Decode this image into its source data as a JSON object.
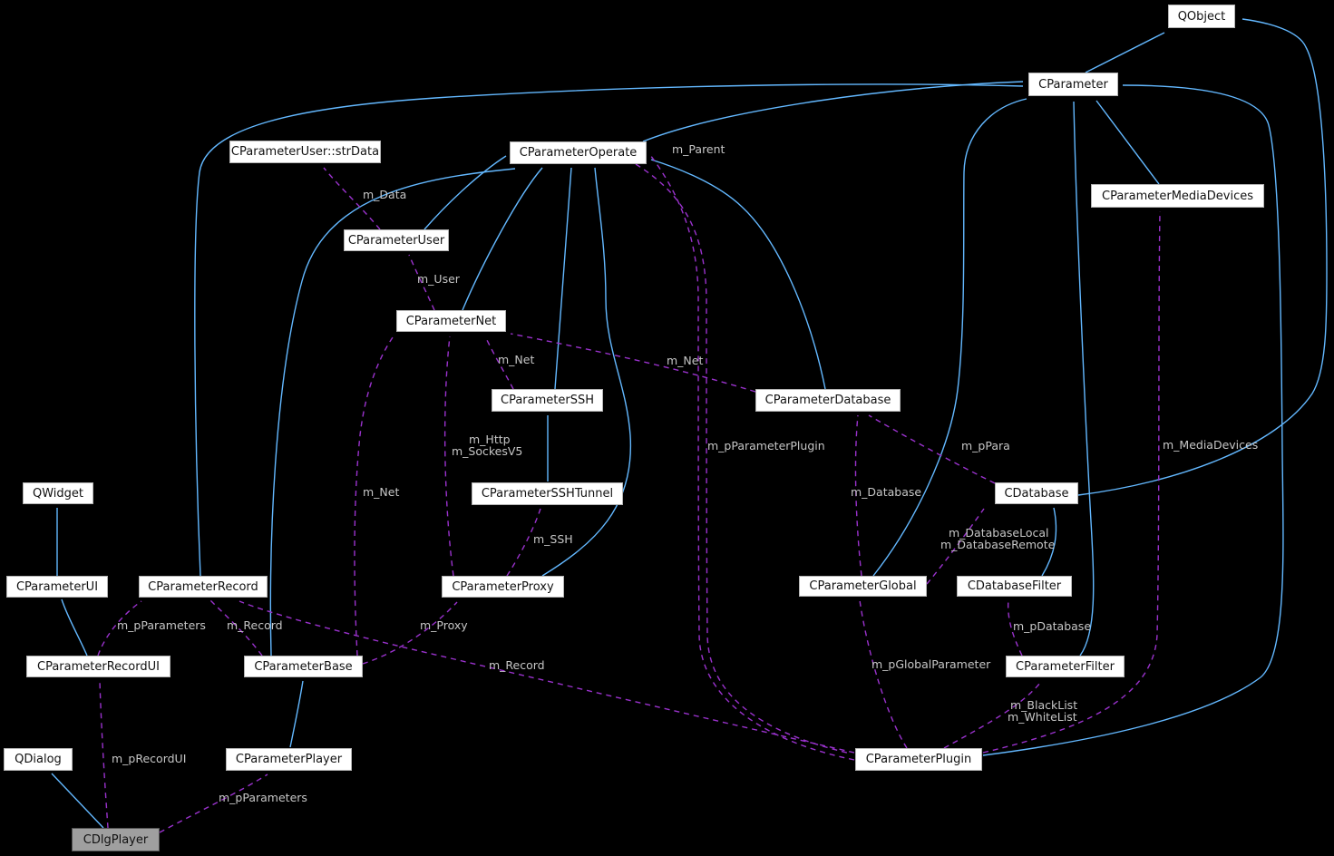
{
  "diagram_type": "doxygen-collaboration-graph",
  "colors": {
    "background": "#000000",
    "node_fill": "#ffffff",
    "node_border": "#b4b4b4",
    "node_text": "#111111",
    "highlight_fill": "#9f9f9f",
    "highlight_border": "#545454",
    "inheritance_edge": "#63b8ff",
    "usage_edge": "#9a32cd",
    "edge_label": "#c6c6c6"
  },
  "nodes": {
    "qobject": {
      "label": "QObject"
    },
    "cparameter": {
      "label": "CParameter"
    },
    "strdata": {
      "label": "CParameterUser::strData"
    },
    "operate": {
      "label": "CParameterOperate"
    },
    "mediadevices": {
      "label": "CParameterMediaDevices"
    },
    "user": {
      "label": "CParameterUser"
    },
    "net": {
      "label": "CParameterNet"
    },
    "ssh": {
      "label": "CParameterSSH"
    },
    "database": {
      "label": "CParameterDatabase"
    },
    "sshtunnel": {
      "label": "CParameterSSHTunnel"
    },
    "qwidget": {
      "label": "QWidget"
    },
    "cdatabase": {
      "label": "CDatabase"
    },
    "ui": {
      "label": "CParameterUI"
    },
    "record": {
      "label": "CParameterRecord"
    },
    "proxy": {
      "label": "CParameterProxy"
    },
    "global": {
      "label": "CParameterGlobal"
    },
    "dbfilter": {
      "label": "CDatabaseFilter"
    },
    "recordui": {
      "label": "CParameterRecordUI"
    },
    "base": {
      "label": "CParameterBase"
    },
    "filter": {
      "label": "CParameterFilter"
    },
    "qdialog": {
      "label": "QDialog"
    },
    "player": {
      "label": "CParameterPlayer"
    },
    "plugin": {
      "label": "CParameterPlugin"
    },
    "dlgplayer": {
      "label": "CDlgPlayer"
    }
  },
  "labels": [
    {
      "text": "m_Data"
    },
    {
      "text": "m_Parent"
    },
    {
      "text": "m_User"
    },
    {
      "text": "m_Net"
    },
    {
      "text": "m_Net"
    },
    {
      "text": "m_Http"
    },
    {
      "text": "m_SockesV5"
    },
    {
      "text": "m_pParameterPlugin"
    },
    {
      "text": "m_pPara"
    },
    {
      "text": "m_MediaDevices"
    },
    {
      "text": "m_Net"
    },
    {
      "text": "m_Database"
    },
    {
      "text": "m_DatabaseLocal"
    },
    {
      "text": "m_DatabaseRemote"
    },
    {
      "text": "m_SSH"
    },
    {
      "text": "m_pParameters"
    },
    {
      "text": "m_Record"
    },
    {
      "text": "m_Proxy"
    },
    {
      "text": "m_pDatabase"
    },
    {
      "text": "m_Record"
    },
    {
      "text": "m_pGlobalParameter"
    },
    {
      "text": "m_BlackList"
    },
    {
      "text": "m_WhiteList"
    },
    {
      "text": "m_pRecordUI"
    },
    {
      "text": "m_pParameters"
    }
  ],
  "relationships": [
    {
      "from": "CParameter",
      "to": "QObject",
      "type": "inheritance"
    },
    {
      "from": "CDatabase",
      "to": "QObject",
      "type": "inheritance"
    },
    {
      "from": "CParameterOperate",
      "to": "CParameter",
      "type": "inheritance"
    },
    {
      "from": "CParameterRecord",
      "to": "CParameter",
      "type": "inheritance"
    },
    {
      "from": "CParameterGlobal",
      "to": "CParameter",
      "type": "inheritance"
    },
    {
      "from": "CParameterFilter",
      "to": "CParameter",
      "type": "inheritance"
    },
    {
      "from": "CParameterMediaDevices",
      "to": "CParameter",
      "type": "inheritance"
    },
    {
      "from": "CParameterPlugin",
      "to": "CParameter",
      "type": "inheritance"
    },
    {
      "from": "CParameterUser",
      "to": "CParameterOperate",
      "type": "inheritance"
    },
    {
      "from": "CParameterNet",
      "to": "CParameterOperate",
      "type": "inheritance"
    },
    {
      "from": "CParameterSSH",
      "to": "CParameterOperate",
      "type": "inheritance"
    },
    {
      "from": "CParameterProxy",
      "to": "CParameterOperate",
      "type": "inheritance"
    },
    {
      "from": "CParameterBase",
      "to": "CParameterOperate",
      "type": "inheritance"
    },
    {
      "from": "CParameterDatabase",
      "to": "CParameterOperate",
      "type": "inheritance"
    },
    {
      "from": "CParameterSSHTunnel",
      "to": "CParameterSSH",
      "type": "inheritance"
    },
    {
      "from": "CParameterUI",
      "to": "QWidget",
      "type": "inheritance"
    },
    {
      "from": "CParameterRecordUI",
      "to": "CParameterUI",
      "type": "inheritance"
    },
    {
      "from": "CParameterPlayer",
      "to": "CParameterBase",
      "type": "inheritance"
    },
    {
      "from": "CDatabaseFilter",
      "to": "CDatabase",
      "type": "inheritance"
    },
    {
      "from": "CDlgPlayer",
      "to": "QDialog",
      "type": "inheritance"
    },
    {
      "from": "CParameterUser",
      "to": "CParameterUser::strData",
      "type": "usage",
      "label": "m_Data"
    },
    {
      "from": "CParameterNet",
      "to": "CParameterUser",
      "type": "usage",
      "label": "m_User"
    },
    {
      "from": "CParameterSSH",
      "to": "CParameterNet",
      "type": "usage",
      "label": "m_Net"
    },
    {
      "from": "CParameterDatabase",
      "to": "CParameterNet",
      "type": "usage",
      "label": "m_Net"
    },
    {
      "from": "CParameterBase",
      "to": "CParameterNet",
      "type": "usage",
      "label": "m_Net"
    },
    {
      "from": "CParameterProxy",
      "to": "CParameterNet",
      "type": "usage",
      "label": "m_Http, m_SockesV5"
    },
    {
      "from": "CParameterProxy",
      "to": "CParameterSSHTunnel",
      "type": "usage",
      "label": "m_SSH"
    },
    {
      "from": "CParameterBase",
      "to": "CParameterRecord",
      "type": "usage",
      "label": "m_Record"
    },
    {
      "from": "CParameterBase",
      "to": "CParameterProxy",
      "type": "usage",
      "label": "m_Proxy"
    },
    {
      "from": "CParameterRecordUI",
      "to": "CParameterRecord",
      "type": "usage",
      "label": "m_pParameters"
    },
    {
      "from": "CParameterPlugin",
      "to": "CParameterRecord",
      "type": "usage",
      "label": "m_Record"
    },
    {
      "from": "CParameterOperate",
      "to": "CParameterPlugin",
      "type": "usage",
      "label": "m_pParameterPlugin"
    },
    {
      "from": "CParameterPlugin",
      "to": "CParameterOperate",
      "type": "usage",
      "label": "m_Parent"
    },
    {
      "from": "CParameterPlugin",
      "to": "CParameterGlobal",
      "type": "usage",
      "label": "m_pGlobalParameter"
    },
    {
      "from": "CParameterGlobal",
      "to": "CParameterDatabase",
      "type": "usage",
      "label": "m_Database"
    },
    {
      "from": "CDatabase",
      "to": "CParameterDatabase",
      "type": "usage",
      "label": "m_pPara"
    },
    {
      "from": "CParameterGlobal",
      "to": "CDatabase",
      "type": "usage",
      "label": "m_DatabaseLocal, m_DatabaseRemote"
    },
    {
      "from": "CParameterFilter",
      "to": "CDatabaseFilter",
      "type": "usage",
      "label": "m_pDatabase"
    },
    {
      "from": "CParameterPlugin",
      "to": "CParameterFilter",
      "type": "usage",
      "label": "m_BlackList, m_WhiteList"
    },
    {
      "from": "CParameterPlugin",
      "to": "CParameterMediaDevices",
      "type": "usage",
      "label": "m_MediaDevices"
    },
    {
      "from": "CDlgPlayer",
      "to": "CParameterRecordUI",
      "type": "usage",
      "label": "m_pRecordUI"
    },
    {
      "from": "CDlgPlayer",
      "to": "CParameterPlayer",
      "type": "usage",
      "label": "m_pParameters"
    }
  ]
}
